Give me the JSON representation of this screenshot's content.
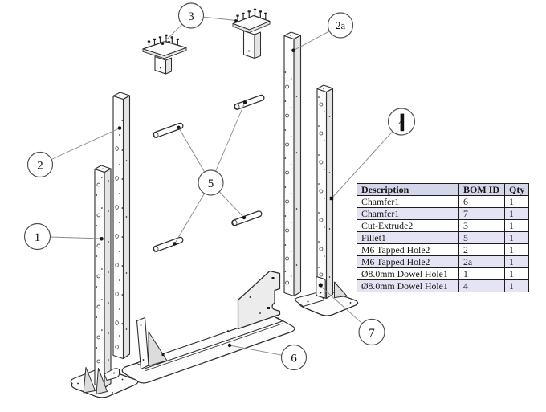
{
  "drawing": {
    "balloons": {
      "b1": {
        "label": "1"
      },
      "b2": {
        "label": "2"
      },
      "b2a": {
        "label": "2a"
      },
      "b3": {
        "label": "3"
      },
      "b4": {
        "label": "4"
      },
      "b5": {
        "label": "5"
      },
      "b6": {
        "label": "6"
      },
      "b7": {
        "label": "7"
      }
    }
  },
  "bom_table": {
    "headers": {
      "description": "Description",
      "bom_id": "BOM ID",
      "qty": "Qty"
    },
    "rows": [
      {
        "description": "Chamfer1",
        "bom_id": "6",
        "qty": "1"
      },
      {
        "description": "Chamfer1",
        "bom_id": "7",
        "qty": "1"
      },
      {
        "description": "Cut-Extrude2",
        "bom_id": "3",
        "qty": "1"
      },
      {
        "description": "Fillet1",
        "bom_id": "5",
        "qty": "1"
      },
      {
        "description": "M6 Tapped Hole2",
        "bom_id": "2",
        "qty": "1"
      },
      {
        "description": "M6 Tapped Hole2",
        "bom_id": "2a",
        "qty": "1"
      },
      {
        "description": "Ø8.0mm Dowel Hole1",
        "bom_id": "1",
        "qty": "1"
      },
      {
        "description": "Ø8.0mm Dowel Hole1",
        "bom_id": "4",
        "qty": "1"
      }
    ]
  },
  "colors": {
    "table_header_bg": "#d6d6ea",
    "table_alt_row_bg": "#e4e4f4",
    "table_border": "#1c1c1c",
    "drawing_line": "#2e2e2e",
    "leader_line": "#8c8c8c",
    "part_fill": "#fcfcfc",
    "part_shade": "#e4e4e4",
    "gusset_fill": "#dcdcdc"
  }
}
